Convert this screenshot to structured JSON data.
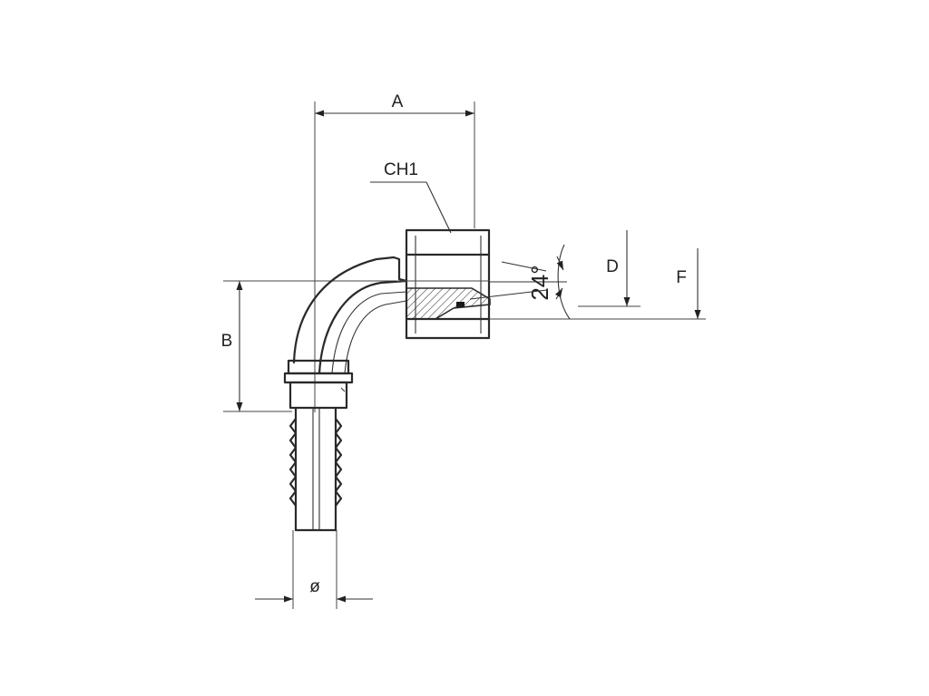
{
  "labels": {
    "dim_a": "A",
    "dim_b": "B",
    "dim_d": "D",
    "dim_f": "F",
    "hex_size": "CH1",
    "angle": "24°",
    "diameter": "ø"
  },
  "colors": {
    "line": "#2a2a2a",
    "background": "#ffffff"
  }
}
